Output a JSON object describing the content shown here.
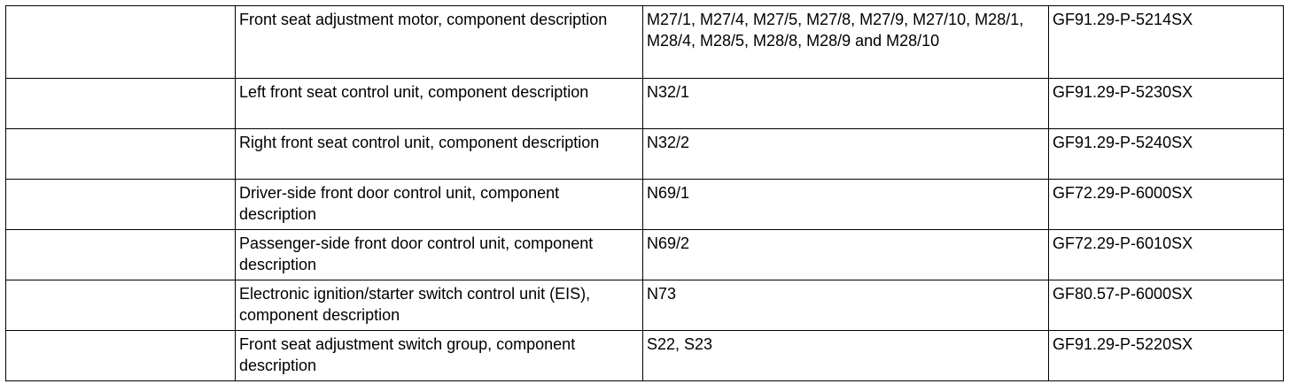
{
  "rows": [
    {
      "col0": "",
      "description": "Front seat adjustment motor, component description",
      "components": "M27/1, M27/4, M27/5, M27/8, M27/9, M27/10, M28/1, M28/4, M28/5, M28/8, M28/9 and M28/10",
      "document": "GF91.29-P-5214SX"
    },
    {
      "col0": "",
      "description": "Left front seat control unit, component description",
      "components": "N32/1",
      "document": "GF91.29-P-5230SX"
    },
    {
      "col0": "",
      "description": "Right front seat control unit, component description",
      "components": "N32/2",
      "document": "GF91.29-P-5240SX"
    },
    {
      "col0": "",
      "description": "Driver-side front door control unit, component description",
      "components": "N69/1",
      "document": "GF72.29-P-6000SX"
    },
    {
      "col0": "",
      "description": "Passenger-side front door control unit, component description",
      "components": "N69/2",
      "document": "GF72.29-P-6010SX"
    },
    {
      "col0": "",
      "description": "Electronic ignition/starter switch control unit (EIS), component description",
      "components": "N73",
      "document": "GF80.57-P-6000SX"
    },
    {
      "col0": "",
      "description": "Front seat adjustment switch group, component description",
      "components": "S22, S23",
      "document": "GF91.29-P-5220SX"
    }
  ]
}
